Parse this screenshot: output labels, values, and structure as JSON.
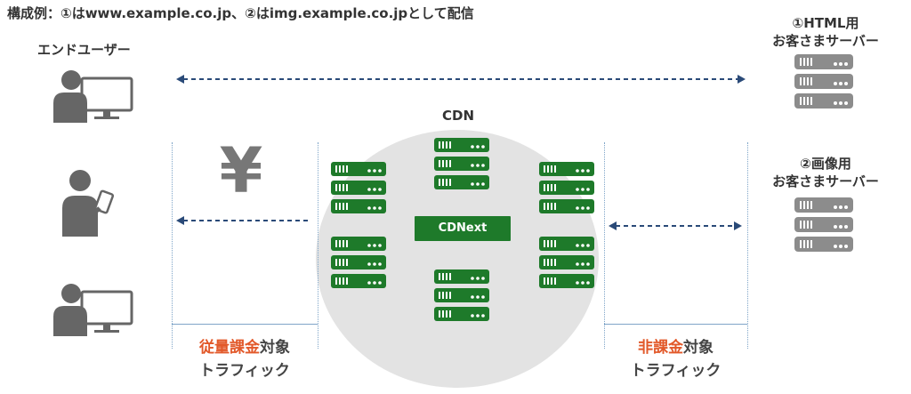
{
  "caption": "構成例：①はwww.example.co.jp、②はimg.example.co.jpとして配信",
  "end_user_label": "エンドユーザー",
  "cdn_label": "CDN",
  "cdnext_label": "CDNext",
  "server1": {
    "line1": "①HTML用",
    "line2": "お客さまサーバー"
  },
  "server2": {
    "line1": "②画像用",
    "line2": "お客さまサーバー"
  },
  "yen_symbol": "¥",
  "billed": {
    "highlight": "従量課金",
    "rest": "対象",
    "line2": "トラフィック"
  },
  "unbilled": {
    "highlight": "非課金",
    "rest": "対象",
    "line2": "トラフィック"
  },
  "colors": {
    "green": "#1e7a2a",
    "gray": "#8c8c8c",
    "orange": "#e2592a",
    "arrow": "#2a4a78"
  },
  "icons": [
    "person-at-monitor-icon",
    "person-with-phone-icon",
    "server-rack-icon",
    "yen-icon"
  ]
}
